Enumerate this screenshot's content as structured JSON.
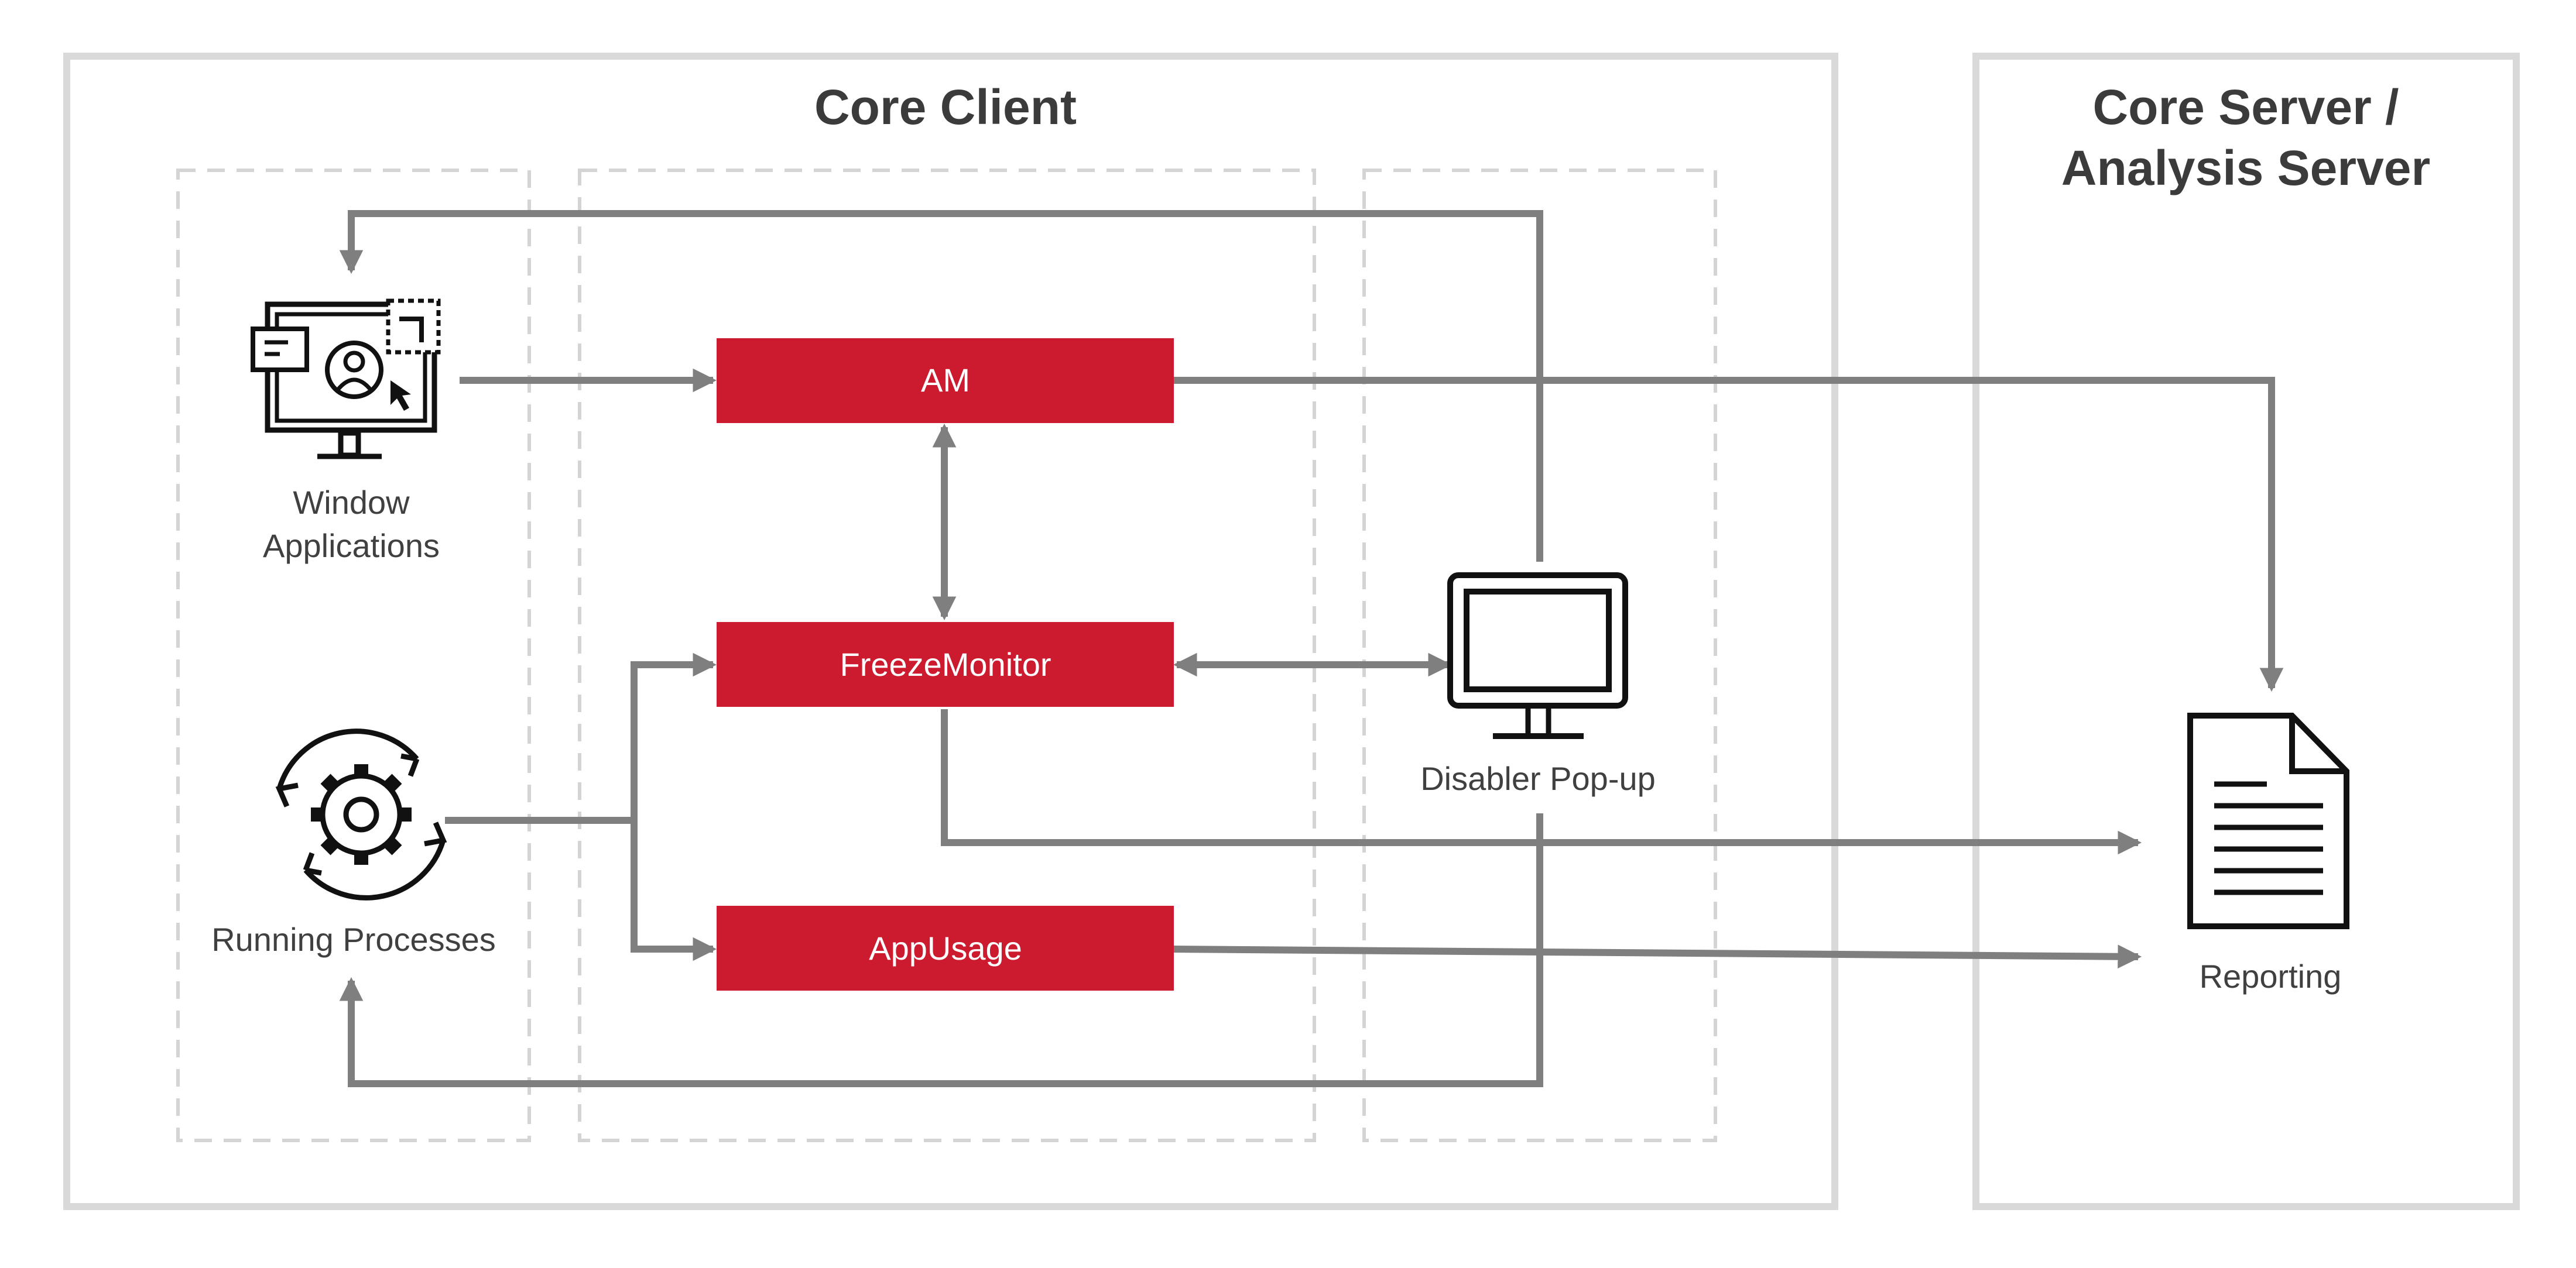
{
  "panels": {
    "core_client": {
      "title": "Core Client"
    },
    "core_server": {
      "title_line1": "Core Server /",
      "title_line2": "Analysis Server"
    }
  },
  "sources": {
    "window_applications": {
      "line1": "Window",
      "line2": "Applications",
      "icon": "monitor-window-icon"
    },
    "running_processes": {
      "label": "Running Processes",
      "icon": "gear-cycle-icon"
    }
  },
  "modules": {
    "am": {
      "label": "AM"
    },
    "freeze_monitor": {
      "label": "FreezeMonitor"
    },
    "app_usage": {
      "label": "AppUsage"
    }
  },
  "disabler": {
    "label": "Disabler Pop-up",
    "icon": "monitor-icon"
  },
  "reporting": {
    "label": "Reporting",
    "icon": "document-icon"
  },
  "colors": {
    "module_fill": "#cc1a2e",
    "connector": "#7f7f7f",
    "panel_border": "#d9d9d9",
    "dashed_border": "#d4d4d4",
    "text": "#3b3b3b"
  }
}
